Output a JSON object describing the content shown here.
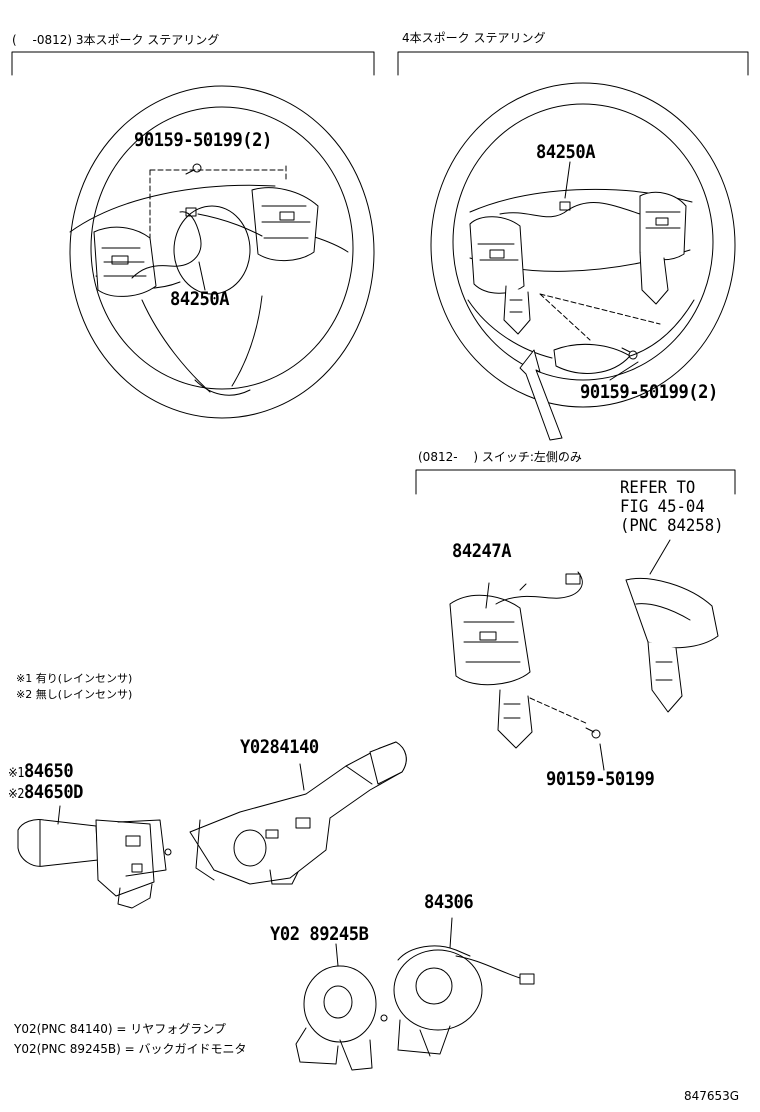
{
  "sections": {
    "three_spoke": {
      "title": "(　 -0812) 3本スポーク ステアリング",
      "bolt": "90159-50199(2)",
      "switch": "84250A"
    },
    "four_spoke": {
      "title": "4本スポーク ステアリング",
      "switch": "84250A",
      "bolt": "90159-50199(2)"
    },
    "left_switch_only": {
      "title": "(0812-　 ) スイッチ:左側のみ",
      "switch": "84247A",
      "bolt": "90159-50199",
      "refer": [
        "REFER TO",
        "FIG 45-04",
        "(PNC 84258)"
      ]
    }
  },
  "notes": [
    "※1 有り(レインセンサ)",
    "※2 無し(レインセンサ)"
  ],
  "parts": {
    "headlamp_switch": {
      "n1": "※1",
      "p1": "84650",
      "n2": "※2",
      "p2": "84650D"
    },
    "wiper_switch": "Y0284140",
    "sensor": "Y02 89245B",
    "spiral_cable": "84306"
  },
  "legend": [
    "Y02(PNC 84140) = リヤフォグランプ",
    "Y02(PNC 89245B) = バックガイドモニタ"
  ],
  "figure_code": "847653G"
}
